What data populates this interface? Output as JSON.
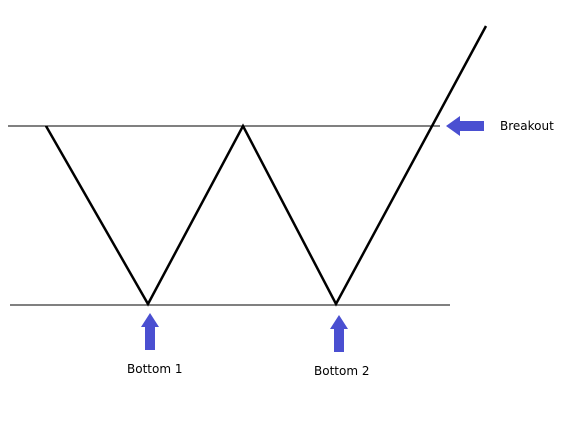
{
  "labels": {
    "breakout": "Breakout",
    "bottom_1": "Bottom 1",
    "bottom_2": "Bottom 2"
  },
  "colors": {
    "line": "#000000",
    "arrow": "#4a4fd1",
    "background": "#ffffff"
  }
}
